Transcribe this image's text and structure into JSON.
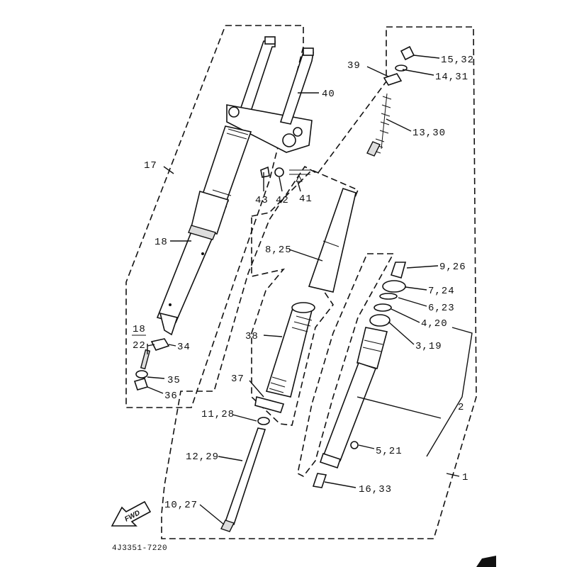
{
  "diagram_code": "4J3351-7220",
  "fwd_label": "FWD",
  "callouts": {
    "c17": "17",
    "c18": "18",
    "c18b": "18",
    "c22": "22",
    "c34": "34",
    "c35": "35",
    "c36": "36",
    "c40": "40",
    "c43": "43",
    "c42": "42",
    "c41": "41",
    "c39": "39",
    "c15_32": "15,32",
    "c14_31": "14,31",
    "c13_30": "13,30",
    "c8_25": "8,25",
    "c38": "38",
    "c37": "37",
    "c11_28": "11,28",
    "c12_29": "12,29",
    "c10_27": "10,27",
    "c9_26": "9,26",
    "c7_24": "7,24",
    "c6_23": "6,23",
    "c4_20": "4,20",
    "c3_19": "3,19",
    "c2": "2",
    "c5_21": "5,21",
    "c1": "1",
    "c16_33": "16,33"
  }
}
